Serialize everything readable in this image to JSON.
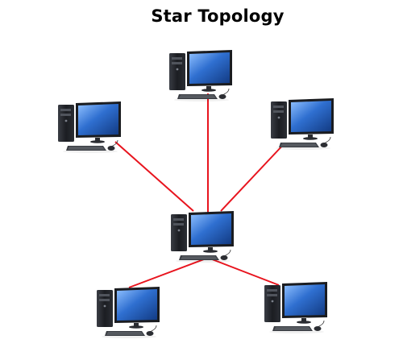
{
  "diagram": {
    "title": "Star Topology",
    "nodes": [
      {
        "id": "top",
        "role": "peripheral"
      },
      {
        "id": "left",
        "role": "peripheral"
      },
      {
        "id": "right",
        "role": "peripheral"
      },
      {
        "id": "hub",
        "role": "central"
      },
      {
        "id": "bottom-left",
        "role": "peripheral"
      },
      {
        "id": "bottom-right",
        "role": "peripheral"
      }
    ],
    "links": [
      {
        "from": "hub",
        "to": "top"
      },
      {
        "from": "hub",
        "to": "left"
      },
      {
        "from": "hub",
        "to": "right"
      },
      {
        "from": "hub",
        "to": "bottom-left"
      },
      {
        "from": "hub",
        "to": "bottom-right"
      }
    ],
    "colors": {
      "link": "#e8141e",
      "screen": "#2a66c4",
      "tower": "#1d1f23"
    },
    "icon": "desktop-computer-icon"
  }
}
